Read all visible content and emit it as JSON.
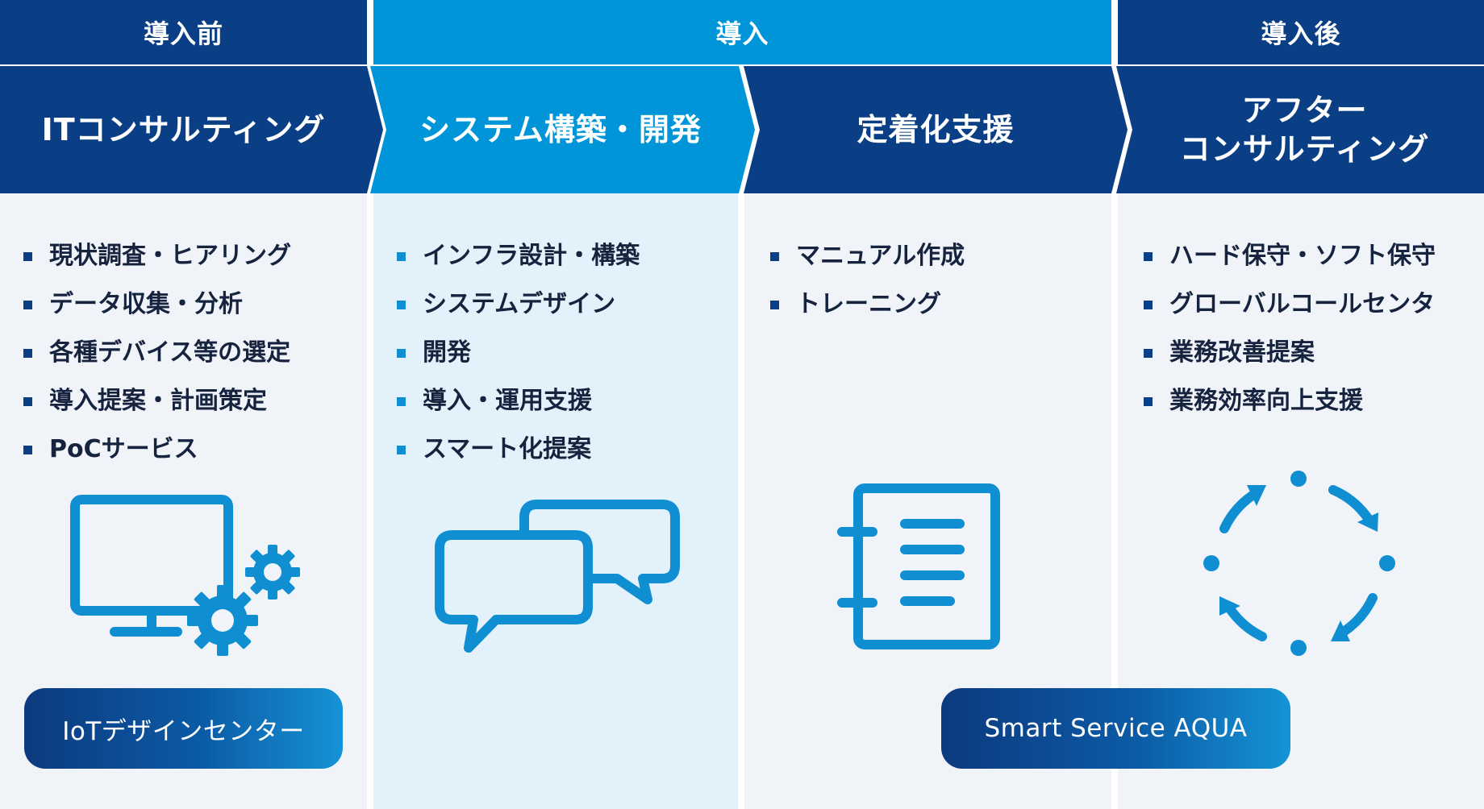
{
  "phases": {
    "before": "導入前",
    "during": "導入",
    "after": "導入後"
  },
  "stages": [
    {
      "title_lines": [
        "ITコンサルティング"
      ],
      "items": [
        "現状調査・ヒアリング",
        "データ収集・分析",
        "各種デバイス等の選定",
        "導入提案・計画策定",
        "PoCサービス"
      ],
      "icon": "monitor-gears-icon"
    },
    {
      "title_lines": [
        "システム構築・開発"
      ],
      "items": [
        "インフラ設計・構築",
        "システムデザイン",
        "開発",
        "導入・運用支援",
        "スマート化提案"
      ],
      "icon": "chat-bubbles-icon"
    },
    {
      "title_lines": [
        "定着化支援"
      ],
      "items": [
        "マニュアル作成",
        "トレーニング"
      ],
      "icon": "notebook-icon"
    },
    {
      "title_lines": [
        "アフター",
        "コンサルティング"
      ],
      "items": [
        "ハード保守・ソフト保守",
        "グローバルコールセンタ",
        "業務改善提案",
        "業務効率向上支援"
      ],
      "icon": "cycle-arrows-icon"
    }
  ],
  "services": {
    "iot_center": "IoTデザインセンター",
    "smart_service": "Smart Service AQUA"
  },
  "colors": {
    "navy": "#0b3f85",
    "blue": "#0095d9",
    "pale_gray": "#f0f3f8",
    "pale_blue": "#e3f1fa",
    "icon": "#0f8fd2",
    "text": "#16233f"
  }
}
